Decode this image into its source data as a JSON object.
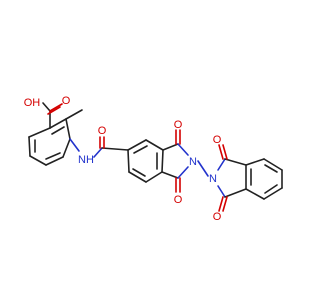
{
  "molecule": {
    "atom_labels": {
      "carboxyl_oh": "OH",
      "carboxyl_o": "O",
      "amide_nh": "NH",
      "amide_o": "O",
      "imide_o_top": "O",
      "imide_n_right": "N",
      "imide_o_bottom": "O",
      "phthal_n": "N",
      "phthal_o_top": "O",
      "phthal_o_bottom": "O"
    },
    "colors": {
      "bond": "#222222",
      "oxygen": "#d40000",
      "nitrogen": "#2233cc"
    }
  }
}
